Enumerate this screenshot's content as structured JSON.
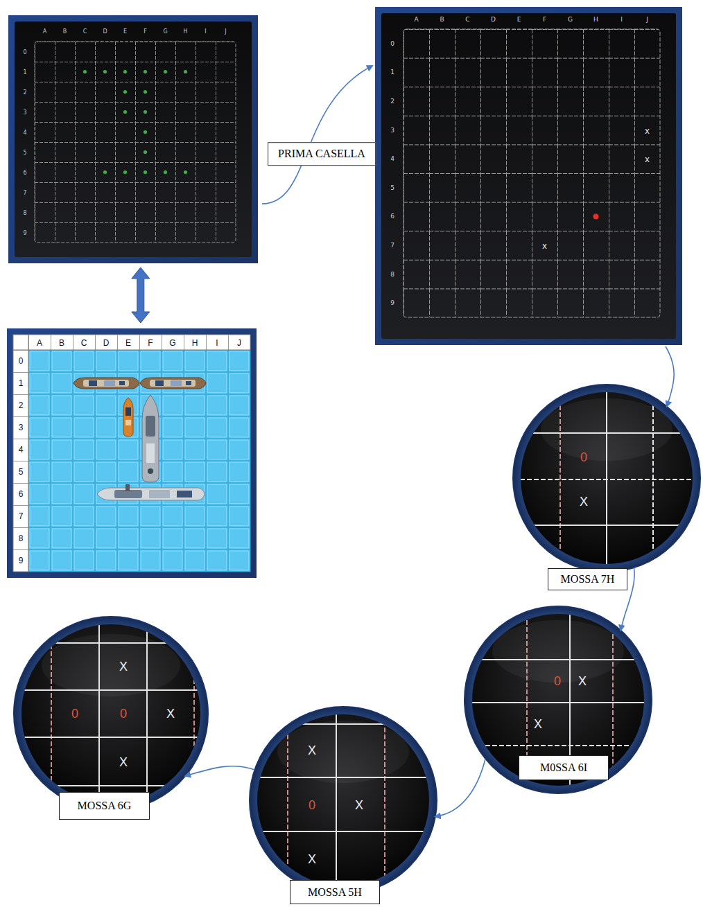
{
  "diagram": {
    "nodes": [
      {
        "text": [
          "A",
          "B",
          "C",
          "D",
          "E",
          "F",
          "G",
          "H",
          "I",
          "J",
          "0",
          "1",
          "2",
          "3",
          "4",
          "5",
          "6",
          "7",
          "8",
          "9"
        ]
      },
      {
        "text": [
          "A",
          "B",
          "C",
          "D",
          "E",
          "F",
          "G",
          "H",
          "I",
          "J",
          "0",
          "1",
          "2",
          "3",
          "4",
          "5",
          "6",
          "7",
          "8",
          "9",
          "x",
          "x",
          "x"
        ]
      },
      {
        "text": [
          "A",
          "B",
          "C",
          "D",
          "E",
          "F",
          "G",
          "H",
          "I",
          "J",
          "0",
          "1",
          "2",
          "3",
          "4",
          "5",
          "6",
          "7",
          "8",
          "9"
        ]
      },
      {
        "text": [
          "0",
          "X"
        ]
      },
      {
        "text": [
          "MOSSA 7H"
        ],
        "in": 3
      },
      {
        "text": [
          "0",
          "X",
          "X"
        ]
      },
      {
        "text": [
          "M0SSA 6I"
        ],
        "in": 5
      },
      {
        "text": [
          "X",
          "0",
          "X",
          "X"
        ]
      },
      {
        "text": [
          "MOSSA 5H"
        ],
        "in": 7
      },
      {
        "text": [
          "X",
          "0",
          "0",
          "X",
          "X"
        ]
      },
      {
        "text": [
          "MOSSA 6G"
        ],
        "in": 9
      }
    ],
    "edges": [
      {
        "from": 0,
        "to": 1,
        "arrow": "to",
        "label": "PRIMA CASELLA"
      },
      {
        "from": 0,
        "to": 2,
        "arrow": "both"
      },
      {
        "from": 1,
        "to": 3,
        "arrow": "to"
      },
      {
        "from": 3,
        "to": 5,
        "arrow": "to"
      },
      {
        "from": 5,
        "to": 7,
        "arrow": "to"
      },
      {
        "from": 7,
        "to": 9,
        "arrow": "to"
      }
    ]
  }
}
